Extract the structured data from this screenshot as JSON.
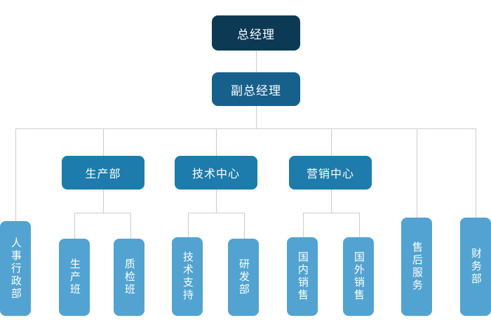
{
  "chart": {
    "type": "org-chart",
    "title": "",
    "orientation": "top-down",
    "line_color": "#c9cdd0",
    "levels": [
      {
        "name": "level-1",
        "fill": "#0c3a54"
      },
      {
        "name": "level-2",
        "fill": "#17608c"
      },
      {
        "name": "level-3",
        "fill": "#1d7cab"
      },
      {
        "name": "level-4",
        "fill": "#52a3d1"
      }
    ]
  },
  "nodes": {
    "general_manager": "总经理",
    "deputy_general_manager": "副总经理",
    "production_dept": "生产部",
    "technology_center": "技术中心",
    "marketing_center": "营销中心",
    "hr_admin_dept": "人事行政部",
    "production_team": "生产班",
    "quality_team": "质检班",
    "technical_support": "技术支持",
    "rd_dept": "研发部",
    "domestic_sales": "国内销售",
    "overseas_sales": "国外销售",
    "after_sales_service": "售后服务",
    "finance_dept": "财务部"
  }
}
